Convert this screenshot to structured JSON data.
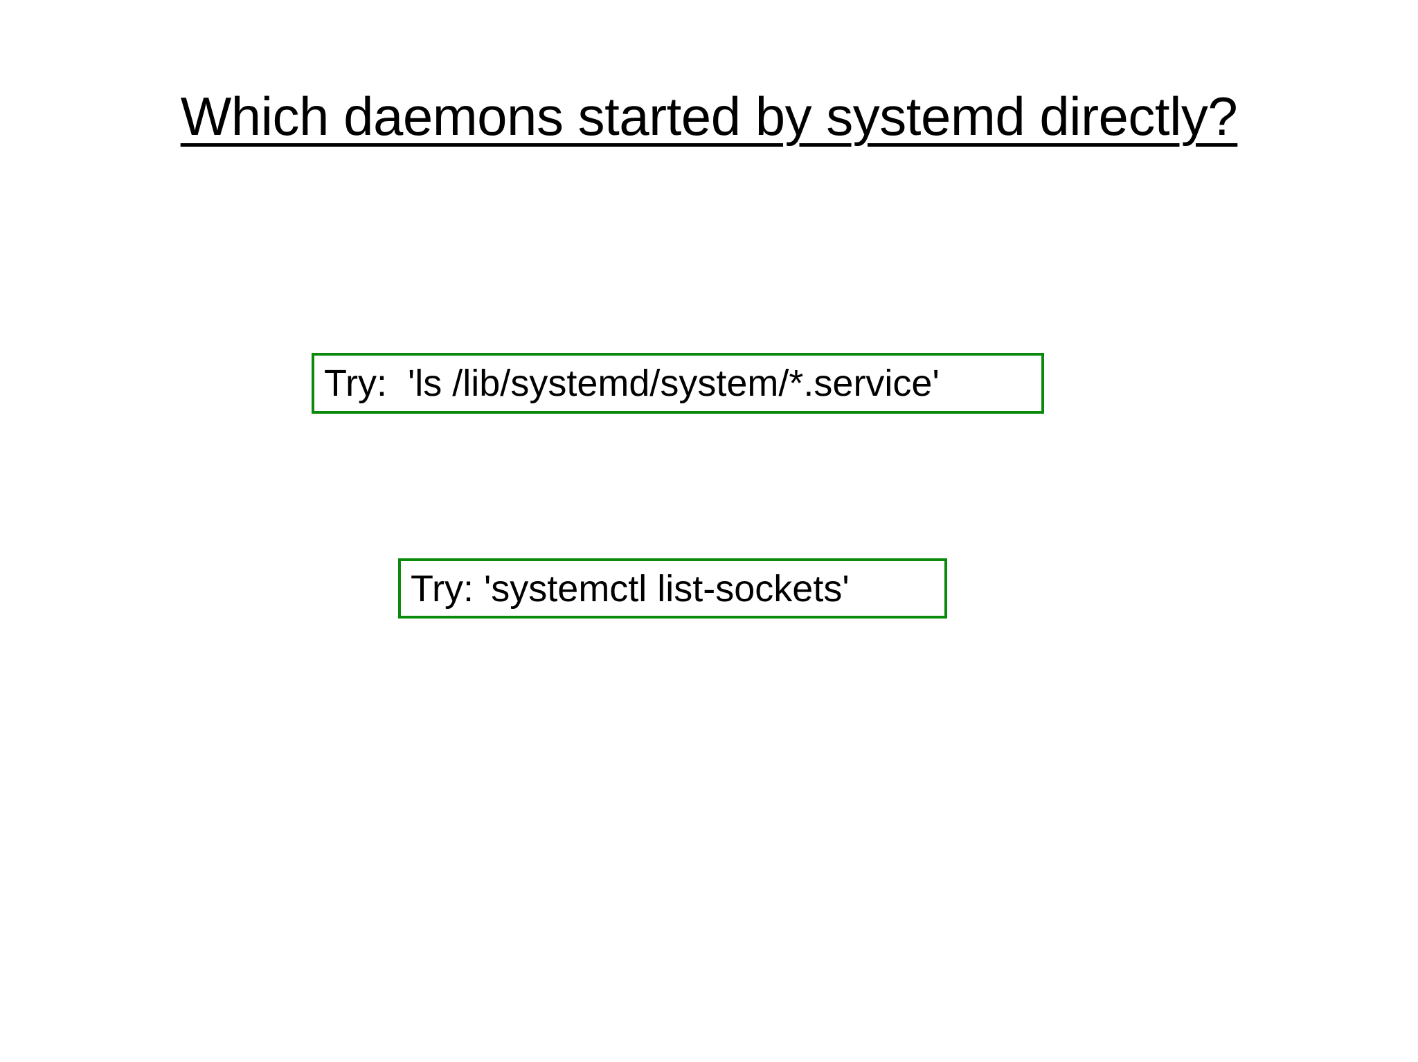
{
  "slide": {
    "background_color": "#ffffff",
    "title": "Which daemons started by systemd directly?",
    "title_color": "#000000"
  },
  "callouts": [
    {
      "id": "callout-1",
      "label": "try-ls-service-files",
      "text": "Try:  'ls /lib/systemd/system/*.service'",
      "border_color": "#0a8a0a",
      "text_color": "#000000"
    },
    {
      "id": "callout-2",
      "label": "try-systemctl-list-sockets",
      "text": "Try: 'systemctl list-sockets'",
      "border_color": "#0a8a0a",
      "text_color": "#000000"
    }
  ]
}
